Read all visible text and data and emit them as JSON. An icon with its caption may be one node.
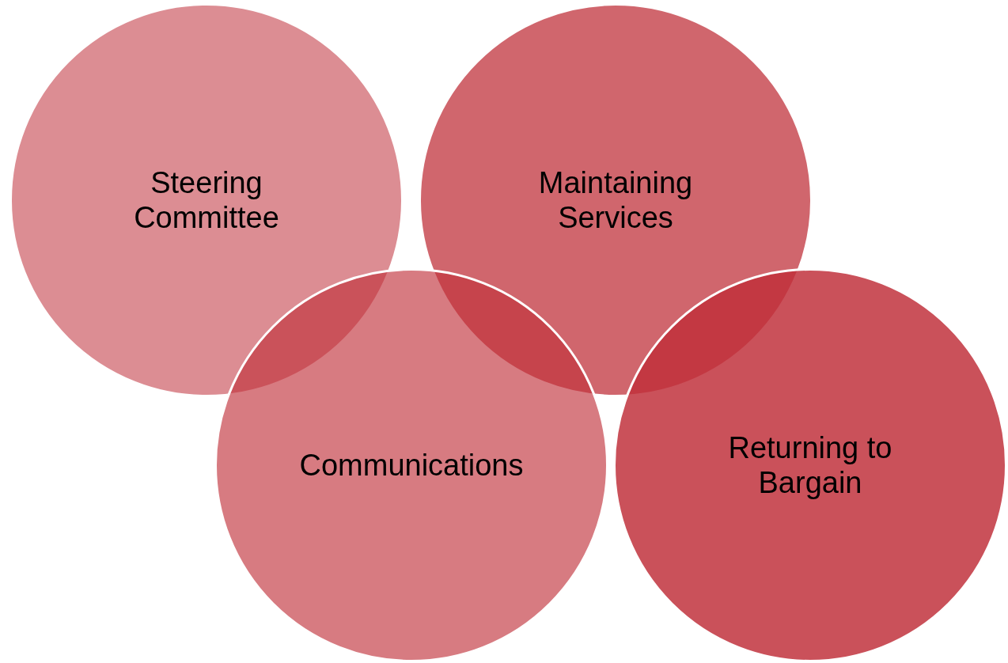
{
  "diagram": {
    "nodes": [
      {
        "text": [
          "Steering Committee"
        ]
      },
      {
        "text": [
          "Maintaining Services"
        ]
      },
      {
        "text": [
          "Communications"
        ]
      },
      {
        "text": [
          "Returning to Bargain"
        ]
      }
    ]
  }
}
